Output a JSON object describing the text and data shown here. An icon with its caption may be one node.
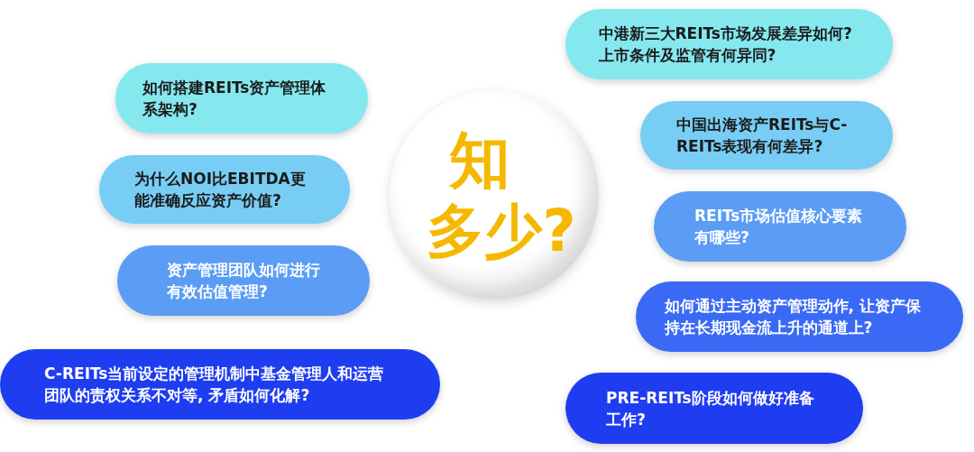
{
  "diagram": {
    "nodes": [
      {
        "text": [
          "如何搭建REITs资产管理体系架构?"
        ]
      },
      {
        "text": [
          "为什么NOI比EBITDA更能准确反应资产价值?"
        ]
      },
      {
        "text": [
          "资产管理团队如何进行有效估值管理?"
        ]
      },
      {
        "text": [
          "C-REITs当前设定的管理机制中基金管理人和运营团队的责权关系不对等, 矛盾如何化解?"
        ]
      },
      {
        "text": [
          "知",
          "多少?"
        ]
      },
      {
        "text": [
          "中港新三大REITs市场发展差异如何?上市条件及监管有何异同?"
        ]
      },
      {
        "text": [
          "中国出海资产REITs与C-REITs表现有何差异?"
        ]
      },
      {
        "text": [
          "REITs市场估值核心要素有哪些?"
        ]
      },
      {
        "text": [
          "如何通过主动资产管理动作, 让资产保持在长期现金流上升的通道上?"
        ]
      },
      {
        "text": [
          "PRE-REITs阶段如何做好准备工作?"
        ]
      }
    ]
  }
}
